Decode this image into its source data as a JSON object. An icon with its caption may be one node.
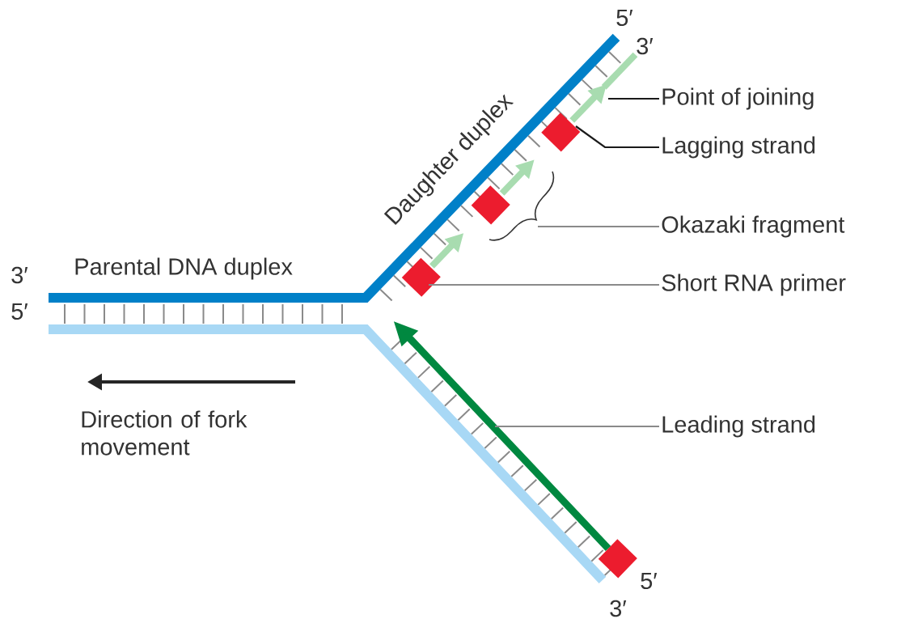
{
  "diagram": {
    "nodes": [
      {
        "text": [
          "Point of joining"
        ]
      },
      {
        "text": [
          "Lagging strand"
        ]
      },
      {
        "text": [
          "Okazaki fragment"
        ]
      },
      {
        "text": [
          "Short RNA primer"
        ]
      },
      {
        "text": [
          "Leading strand"
        ]
      }
    ],
    "edges": [
      {
        "from": 0,
        "to": null,
        "arrow": "none",
        "color": "#1a1a1a"
      },
      {
        "from": 1,
        "to": null,
        "arrow": "none",
        "color": "#1a1a1a"
      },
      {
        "from": 2,
        "to": null,
        "arrow": "none"
      },
      {
        "from": 3,
        "to": null,
        "arrow": "none"
      },
      {
        "from": 4,
        "to": null,
        "arrow": "none"
      }
    ],
    "labels": [
      "5′",
      "3′",
      "Daughter duplex",
      "Parental DNA duplex",
      "3′",
      "5′",
      "Direction of fork movement",
      "5′",
      "3′"
    ]
  }
}
